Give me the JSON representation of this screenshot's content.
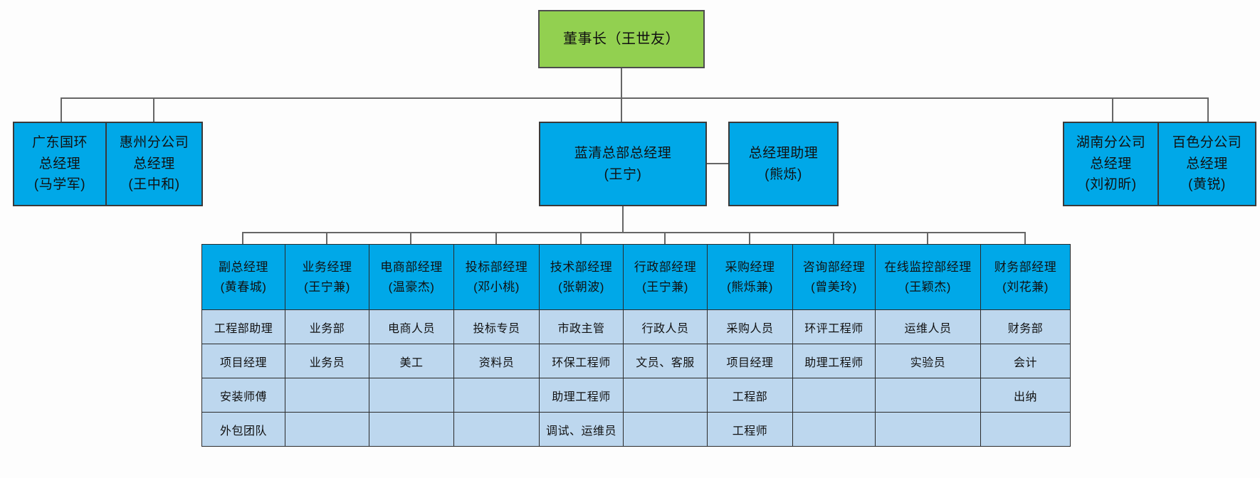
{
  "colors": {
    "chairman-fill": "#92D050",
    "node-fill": "#00A8E8",
    "cell-fill": "#BDD7EE",
    "line-color": "#666666",
    "border-color": "#2b2b2b",
    "text-color": "#111111"
  },
  "chairman": {
    "label": "董事长（王世友）"
  },
  "level2": [
    {
      "lines": [
        "广东国环",
        "总经理",
        "(马学军)"
      ]
    },
    {
      "lines": [
        "惠州分公司",
        "总经理",
        "(王中和)"
      ]
    },
    {
      "lines": [
        "蓝清总部总经理",
        "(王宁)"
      ]
    },
    {
      "lines": [
        "总经理助理",
        "(熊烁)"
      ]
    },
    {
      "lines": [
        "湖南分公司",
        "总经理",
        "(刘初昕)"
      ]
    },
    {
      "lines": [
        "百色分公司",
        "总经理",
        "(黄锐)"
      ]
    }
  ],
  "table": {
    "columns": [
      {
        "title": "副总经理",
        "person": "(黄春城)",
        "rows": [
          "工程部助理",
          "项目经理",
          "安装师傅",
          "外包团队"
        ]
      },
      {
        "title": "业务经理",
        "person": "(王宁兼)",
        "rows": [
          "业务部",
          "业务员",
          "",
          ""
        ]
      },
      {
        "title": "电商部经理",
        "person": "(温豪杰)",
        "rows": [
          "电商人员",
          "美工",
          "",
          ""
        ]
      },
      {
        "title": "投标部经理",
        "person": "(邓小桃)",
        "rows": [
          "投标专员",
          "资料员",
          "",
          ""
        ]
      },
      {
        "title": "技术部经理",
        "person": "(张朝波)",
        "rows": [
          "市政主管",
          "环保工程师",
          "助理工程师",
          "调试、运维员"
        ]
      },
      {
        "title": "行政部经理",
        "person": "(王宁兼)",
        "rows": [
          "行政人员",
          "文员、客服",
          "",
          ""
        ]
      },
      {
        "title": "采购经理",
        "person": "(熊烁兼)",
        "rows": [
          "采购人员",
          "项目经理",
          "工程部",
          "工程师"
        ]
      },
      {
        "title": "咨询部经理",
        "person": "(曾美玲)",
        "rows": [
          "环评工程师",
          "助理工程师",
          "",
          ""
        ]
      },
      {
        "title": "在线监控部经理",
        "person": "(王颖杰)",
        "rows": [
          "运维人员",
          "实验员",
          "",
          ""
        ]
      },
      {
        "title": "财务部经理",
        "person": "(刘花兼)",
        "rows": [
          "财务部",
          "会计",
          "出纳",
          ""
        ]
      }
    ]
  }
}
